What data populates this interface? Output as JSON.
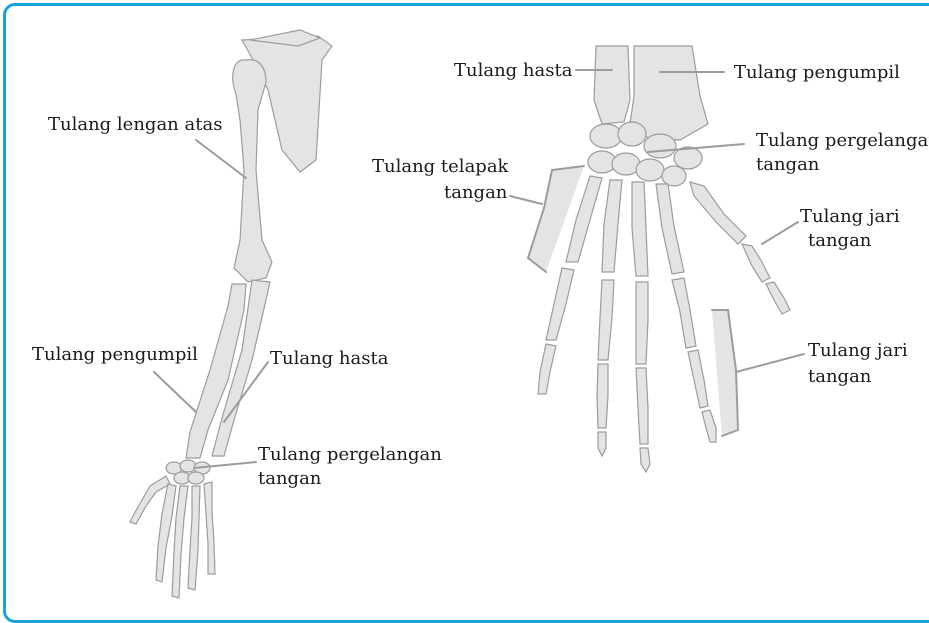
{
  "figure": {
    "frame_color": "#1aa3d9",
    "bone_color": "#e4e4e4",
    "bone_outline": "#9c9c9c"
  },
  "arm": {
    "upper_arm": "Tulang lengan atas",
    "radius": "Tulang pengumpil",
    "ulna": "Tulang hasta",
    "wrist_line1": "Tulang pergelangan",
    "wrist_line2": "tangan"
  },
  "hand": {
    "ulna": "Tulang hasta",
    "radius": "Tulang pengumpil",
    "wrist_line1": "Tulang pergelangan",
    "wrist_line2": "tangan",
    "metacarpal_line1": "Tulang telapak",
    "metacarpal_line2": "tangan",
    "thumb_phalanx_line1": "Tulang jari",
    "thumb_phalanx_line2": "tangan",
    "phalanges_line1": "Tulang jari",
    "phalanges_line2": "tangan"
  }
}
